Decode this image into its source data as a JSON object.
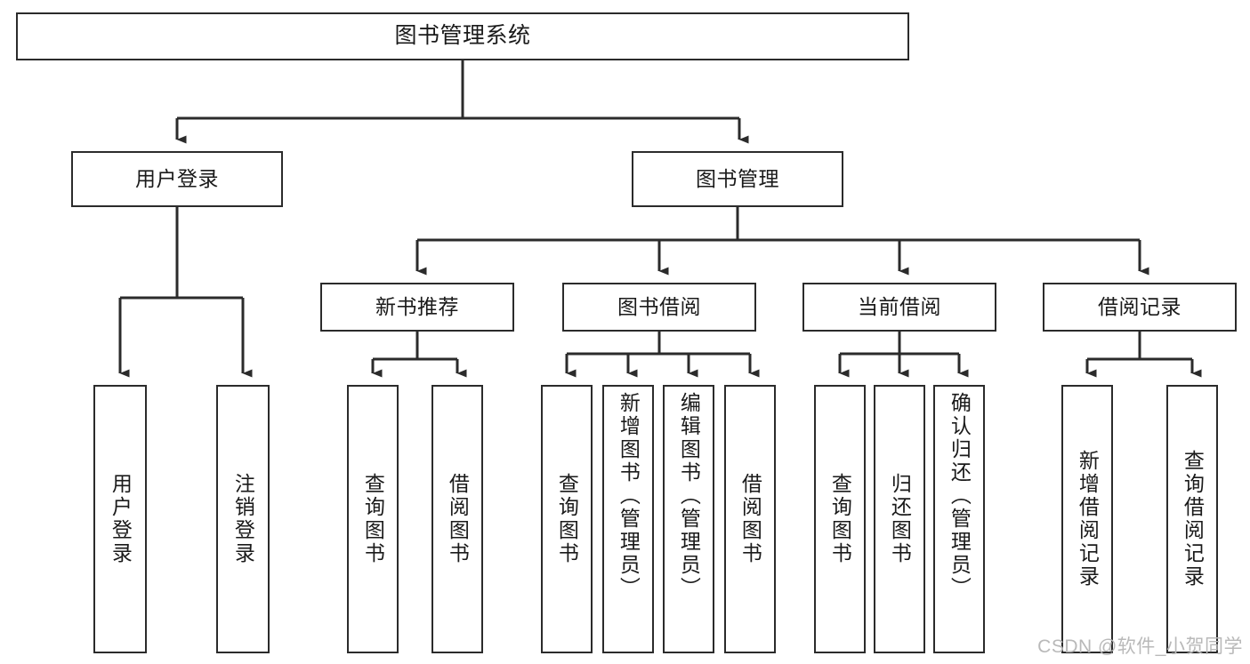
{
  "diagram": {
    "kind": "tree-hierarchy-chart",
    "title": "图书管理系统",
    "stroke_color": "#2b2b2b",
    "fill_color": "#ffffff",
    "text_color": "#1a1a1a",
    "levels": {
      "root": {
        "label": "图书管理系统"
      },
      "level2": [
        {
          "id": "user-login",
          "label": "用户登录"
        },
        {
          "id": "book-management",
          "label": "图书管理"
        }
      ],
      "level3": [
        {
          "id": "new-book-recommend",
          "label": "新书推荐",
          "parent": "book-management"
        },
        {
          "id": "book-borrow",
          "label": "图书借阅",
          "parent": "book-management"
        },
        {
          "id": "current-borrow",
          "label": "当前借阅",
          "parent": "book-management"
        },
        {
          "id": "borrow-record",
          "label": "借阅记录",
          "parent": "book-management"
        }
      ],
      "leaves": [
        {
          "id": "leaf-user-login",
          "label": "用户登录",
          "parent": "user-login"
        },
        {
          "id": "leaf-user-logout",
          "label": "注销登录",
          "parent": "user-login"
        },
        {
          "id": "leaf-query-book-1",
          "label": "查询图书",
          "parent": "new-book-recommend"
        },
        {
          "id": "leaf-borrow-book-1",
          "label": "借阅图书",
          "parent": "new-book-recommend"
        },
        {
          "id": "leaf-query-book-2",
          "label": "查询图书",
          "parent": "book-borrow"
        },
        {
          "id": "leaf-add-book",
          "label": "新增图书（管理员）",
          "parent": "book-borrow"
        },
        {
          "id": "leaf-edit-book",
          "label": "编辑图书（管理员）",
          "parent": "book-borrow"
        },
        {
          "id": "leaf-borrow-book-2",
          "label": "借阅图书",
          "parent": "book-borrow"
        },
        {
          "id": "leaf-query-book-3",
          "label": "查询图书",
          "parent": "current-borrow"
        },
        {
          "id": "leaf-return-book",
          "label": "归还图书",
          "parent": "current-borrow"
        },
        {
          "id": "leaf-confirm-return",
          "label": "确认归还（管理员）",
          "parent": "current-borrow"
        },
        {
          "id": "leaf-add-record",
          "label": "新增借阅记录",
          "parent": "borrow-record"
        },
        {
          "id": "leaf-query-record",
          "label": "查询借阅记录",
          "parent": "borrow-record"
        }
      ]
    }
  },
  "watermark": {
    "text": "CSDN @软件_小贺同学"
  }
}
